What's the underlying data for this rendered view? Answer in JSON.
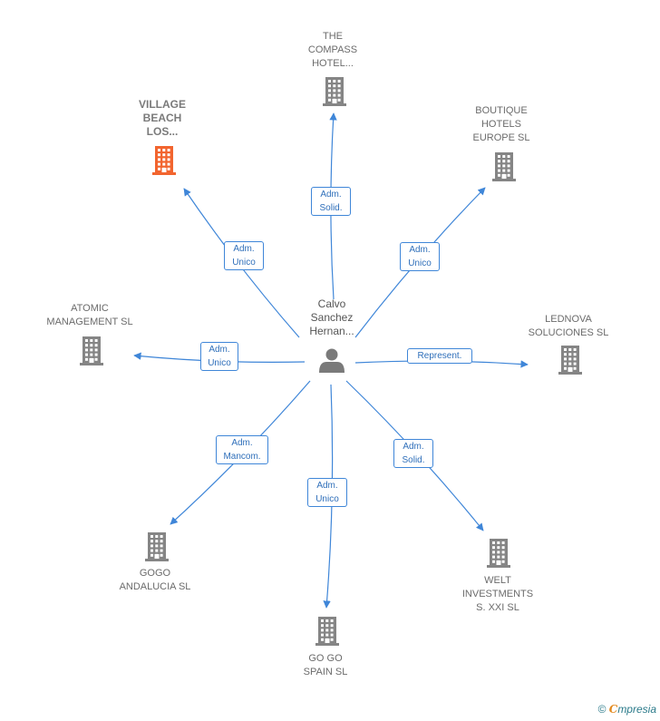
{
  "center": {
    "label": "Calvo\nSanchez\nHernan...",
    "icon": "person-icon"
  },
  "companies": [
    {
      "id": "village",
      "label": "VILLAGE\nBEACH\nLOS...",
      "highlight": true,
      "color": "#f2652f",
      "icon": "building-icon"
    },
    {
      "id": "compass",
      "label": "THE\nCOMPASS\nHOTEL...",
      "highlight": false,
      "color": "#858585",
      "icon": "building-icon"
    },
    {
      "id": "boutique",
      "label": "BOUTIQUE\nHOTELS\nEUROPE  SL",
      "highlight": false,
      "color": "#858585",
      "icon": "building-icon"
    },
    {
      "id": "atomic",
      "label": "ATOMIC\nMANAGEMENT SL",
      "highlight": false,
      "color": "#858585",
      "icon": "building-icon"
    },
    {
      "id": "lednova",
      "label": "LEDNOVA\nSOLUCIONES SL",
      "highlight": false,
      "color": "#858585",
      "icon": "building-icon"
    },
    {
      "id": "gogo_andalucia",
      "label": "GOGO\nANDALUCIA SL",
      "highlight": false,
      "color": "#858585",
      "icon": "building-icon"
    },
    {
      "id": "gogo_spain",
      "label": "GO GO\nSPAIN SL",
      "highlight": false,
      "color": "#858585",
      "icon": "building-icon"
    },
    {
      "id": "welt",
      "label": "WELT\nINVESTMENTS\nS.  XXI SL",
      "highlight": false,
      "color": "#858585",
      "icon": "building-icon"
    }
  ],
  "relations": [
    {
      "to": "village",
      "label": "Adm.\nUnico"
    },
    {
      "to": "compass",
      "label": "Adm.\nSolid."
    },
    {
      "to": "boutique",
      "label": "Adm.\nUnico"
    },
    {
      "to": "atomic",
      "label": "Adm.\nUnico"
    },
    {
      "to": "lednova",
      "label": "Represent."
    },
    {
      "to": "gogo_andalucia",
      "label": "Adm.\nMancom."
    },
    {
      "to": "gogo_spain",
      "label": "Adm.\nUnico"
    },
    {
      "to": "welt",
      "label": "Adm.\nSolid."
    }
  ],
  "colors": {
    "edge": "#3f86d8",
    "person": "#7a7a7a"
  },
  "footer": {
    "copyright": "©",
    "brand_initial": "C",
    "brand_rest": "mpresia"
  }
}
